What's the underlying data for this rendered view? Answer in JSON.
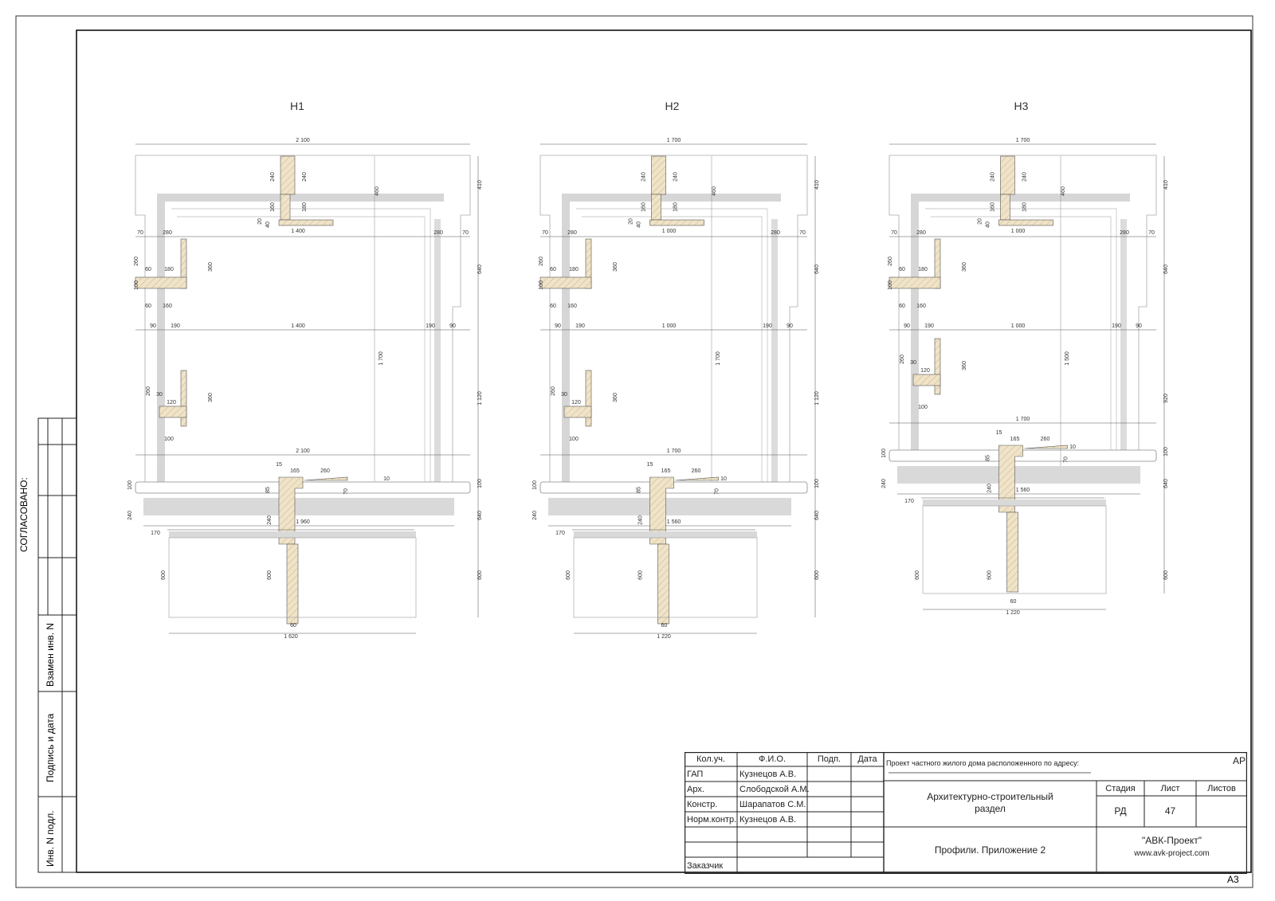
{
  "sheet_format": "А3",
  "side_strip": {
    "agreed": "СОГЛАСОВАНО:",
    "replaced_inv": "Взамен инв. N",
    "signature_date": "Подпись и дата",
    "inv_original": "Инв. N подл."
  },
  "views": [
    {
      "title": "Н1",
      "dims": {
        "overall_top": "2 100",
        "head": "240",
        "head2": "240",
        "v160": "160",
        "v180": "180",
        "v20": "20",
        "v40": "40",
        "v460": "460",
        "lintel": "1 400",
        "v410": "410",
        "left70": "70",
        "left280": "280",
        "right280": "280",
        "right70": "70",
        "v260": "260",
        "v180h": "180",
        "v60": "60",
        "v100": "100",
        "v160h": "160",
        "v360": "360",
        "v640": "640",
        "v90": "90",
        "v190": "190",
        "opening": "1 400",
        "v1700": "1 700",
        "v1120": "1 120",
        "v30": "30",
        "v120": "120",
        "sill_overall": "2 100",
        "v15": "15",
        "v165": "165",
        "v260s": "260",
        "v85": "85",
        "v10": "10",
        "v70": "70",
        "v1960": "1 960",
        "v170": "170",
        "v600": "600",
        "bottom": "1 620"
      }
    },
    {
      "title": "Н2",
      "dims": {
        "overall_top": "1 700",
        "head": "240",
        "head2": "240",
        "v160": "160",
        "v180": "180",
        "v20": "20",
        "v40": "40",
        "v460": "460",
        "lintel": "1 000",
        "v410": "410",
        "left70": "70",
        "left280": "280",
        "right280": "280",
        "right70": "70",
        "v260": "260",
        "v180h": "180",
        "v60": "60",
        "v100": "100",
        "v160h": "160",
        "v360": "360",
        "v640": "640",
        "v90": "90",
        "v190": "190",
        "opening": "1 000",
        "v1700": "1 700",
        "v1120": "1 120",
        "v30": "30",
        "v120": "120",
        "sill_overall": "1 700",
        "v15": "15",
        "v165": "165",
        "v260s": "260",
        "v85": "85",
        "v10": "10",
        "v70": "70",
        "v1960": "1 560",
        "v170": "170",
        "v600": "600",
        "bottom": "1 220"
      }
    },
    {
      "title": "Н3",
      "dims": {
        "overall_top": "1 700",
        "head": "240",
        "head2": "240",
        "v160": "160",
        "v180": "180",
        "v20": "20",
        "v40": "40",
        "v460": "460",
        "lintel": "1 000",
        "v410": "410",
        "left70": "70",
        "left280": "280",
        "right280": "280",
        "right70": "70",
        "v260": "260",
        "v180h": "180",
        "v60": "60",
        "v100": "100",
        "v160h": "160",
        "v360": "360",
        "v640": "640",
        "v90": "90",
        "v190": "190",
        "opening": "1 000",
        "v1700": "1 500",
        "v1120": "920",
        "v30": "30",
        "v120": "120",
        "sill_overall": "1 700",
        "v15": "15",
        "v165": "165",
        "v260s": "260",
        "v85": "85",
        "v10": "10",
        "v70": "70",
        "v1960": "1 560",
        "v170": "170",
        "v600": "600",
        "bottom": "1 220"
      }
    }
  ],
  "title_block": {
    "headers": {
      "qty": "Кол.уч.",
      "name": "Ф.И.О.",
      "sign": "Подп.",
      "date": "Дата"
    },
    "roles": [
      {
        "role": "ГАП",
        "name": "Кузнецов А.В."
      },
      {
        "role": "Арх.",
        "name": "Слободской А.М."
      },
      {
        "role": "Констр.",
        "name": "Шарапатов С.М."
      },
      {
        "role": "Норм.контр.",
        "name": "Кузнецов А.В."
      }
    ],
    "customer": "Заказчик",
    "project": "Проект частного жилого дома расположенного по адресу:",
    "code": "АР",
    "section_line1": "Архитектурно-строительный",
    "section_line2": "раздел",
    "sheet_title": "Профили. Приложение 2",
    "stage_label": "Стадия",
    "sheet_label": "Лист",
    "sheets_label": "Листов",
    "stage": "РД",
    "sheet_no": "47",
    "company": "\"АВК-Проект\"",
    "website": "www.avk-project.com"
  }
}
